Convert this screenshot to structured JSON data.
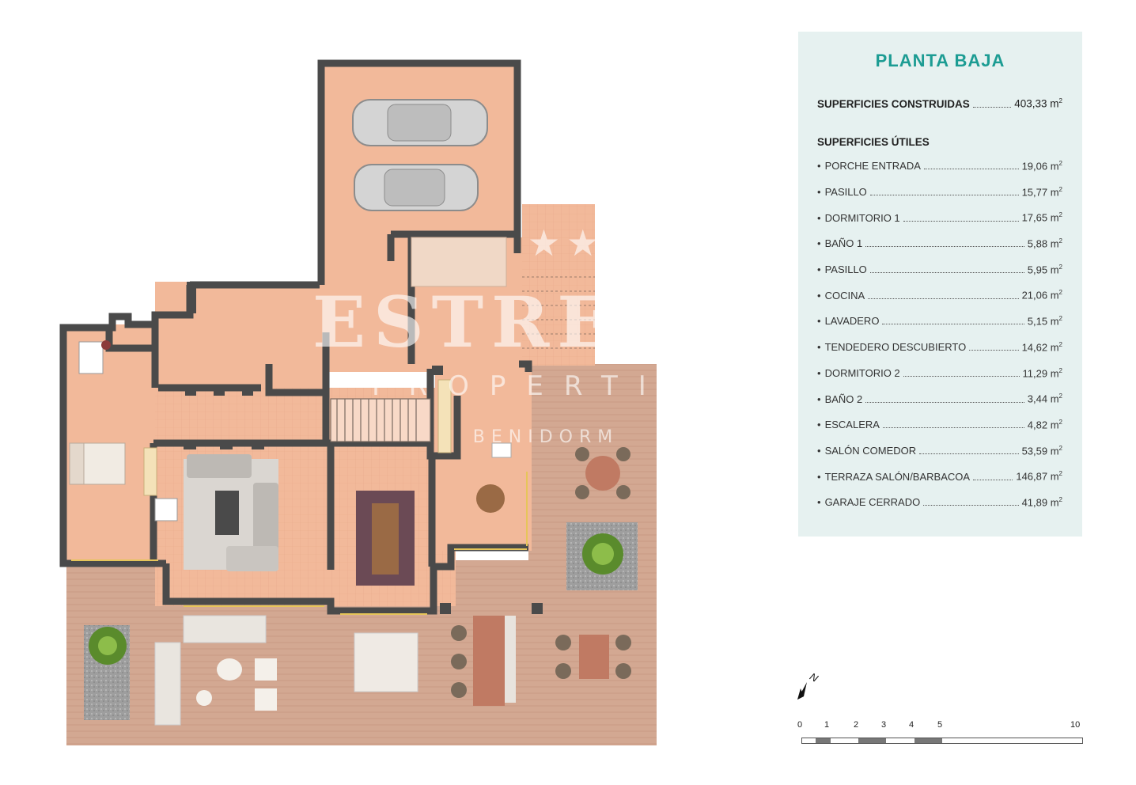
{
  "panel": {
    "title": "PLANTA BAJA",
    "built": {
      "label": "SUPERFICIES CONSTRUIDAS",
      "value": "403,33 m",
      "unit_sup": "2"
    },
    "useful_title": "SUPERFICIES ÚTILES",
    "rooms": [
      {
        "label": "PORCHE ENTRADA",
        "value": "19,06 m"
      },
      {
        "label": "PASILLO",
        "value": "15,77 m"
      },
      {
        "label": "DORMITORIO 1",
        "value": "17,65 m"
      },
      {
        "label": "BAÑO 1",
        "value": "5,88 m"
      },
      {
        "label": "PASILLO",
        "value": "5,95 m"
      },
      {
        "label": "COCINA",
        "value": "21,06 m"
      },
      {
        "label": "LAVADERO",
        "value": "5,15 m"
      },
      {
        "label": "TENDEDERO DESCUBIERTO",
        "value": "14,62 m"
      },
      {
        "label": "DORMITORIO 2",
        "value": "11,29 m"
      },
      {
        "label": "BAÑO 2",
        "value": "3,44 m"
      },
      {
        "label": "ESCALERA",
        "value": "4,82 m"
      },
      {
        "label": "SALÓN COMEDOR",
        "value": "53,59 m"
      },
      {
        "label": "TERRAZA SALÓN/BARBACOA",
        "value": "146,87 m"
      },
      {
        "label": "GARAJE CERRADO",
        "value": "41,89 m"
      }
    ],
    "unit_sup": "2"
  },
  "watermark": {
    "stars": "★★★★★",
    "brand": "ESTRELLAS",
    "sub": "PROPERTIES",
    "city": "BENIDORM"
  },
  "compass": {
    "label": "N"
  },
  "scale": {
    "ticks": [
      "0",
      "1",
      "2",
      "3",
      "4",
      "5",
      "10"
    ]
  },
  "colors": {
    "floor": "#f2b99a",
    "wall": "#4a4a4a",
    "terrace": "#d3a892",
    "panel_bg": "#e6f1f0",
    "title": "#1c9c93"
  }
}
